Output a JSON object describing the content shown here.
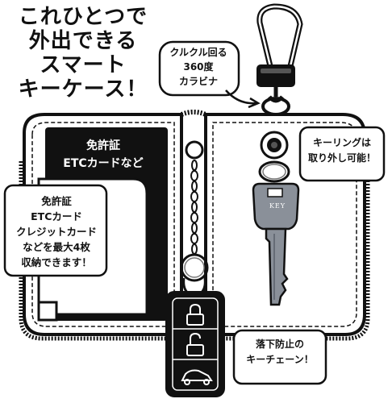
{
  "headline": {
    "lines": [
      "これひとつで",
      "外出できる",
      "スマート",
      "キーケース！"
    ]
  },
  "callouts": {
    "carabiner": {
      "lines": [
        "クルクル回る",
        "360度",
        "カラビナ"
      ]
    },
    "black_card": {
      "lines": [
        "免許証",
        "ETCカードなど"
      ]
    },
    "white_card": {
      "lines": [
        "免許証",
        "ETCカード",
        "クレジットカード",
        "などを最大4枚",
        "収納できます！"
      ]
    },
    "key_ring": {
      "lines": [
        "キーリングは",
        "取り外し可能！"
      ]
    },
    "chain": {
      "lines": [
        "落下防止の",
        "キーチェーン！"
      ]
    }
  },
  "key": {
    "stamp": "KEY"
  },
  "icons": {
    "fob_buttons": [
      "lock-icon",
      "unlock-icon",
      "car-trunk-icon"
    ]
  },
  "colors": {
    "outline": "#111111",
    "key_metal": "#8a9099",
    "card_black": "#111111",
    "paper": "#ffffff"
  }
}
